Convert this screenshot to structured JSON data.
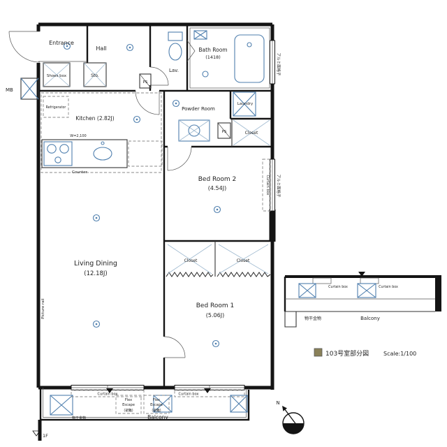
{
  "rooms": {
    "entrance": "Entrance",
    "hall": "Hall",
    "shoes_box": "Shoes box",
    "storage": "Sto.",
    "lavatory": "Lav.",
    "bath_room": "Bath Room",
    "bath_room_size": "(1418)",
    "powder_room": "Powder Room",
    "laundry": "Laundry",
    "kitchen": "Kitchen (2.82J)",
    "bed_room_2": "Bed Room 2",
    "bed_room_2_size": "(4.54J)",
    "living_dining": "Living Dining",
    "living_dining_size": "(12.18J)",
    "bed_room_1": "Bed Room 1",
    "bed_room_1_size": "(5.06J)",
    "balcony": "Balcony",
    "closet": "Closet"
  },
  "annotations": {
    "mb": "MB",
    "ps": "PS",
    "refrigerator": "Refrigerator",
    "counter": "Counter",
    "counter_width": "W=2,100",
    "curtain_box": "Curtain box",
    "picture_rail": "Picture rail",
    "window_grille": "アルミ面格子",
    "laundry_pole": "物干金物",
    "floor_marker": "1F",
    "flex_escape_line1": "Flex",
    "flex_escape_line2": "Escape",
    "flex_escape_note": "(避難)"
  },
  "legend": {
    "swatch_color": "#8a8159",
    "title": "103号室部分図",
    "scale": "Scale:1/100"
  },
  "compass": {
    "north": "N"
  }
}
